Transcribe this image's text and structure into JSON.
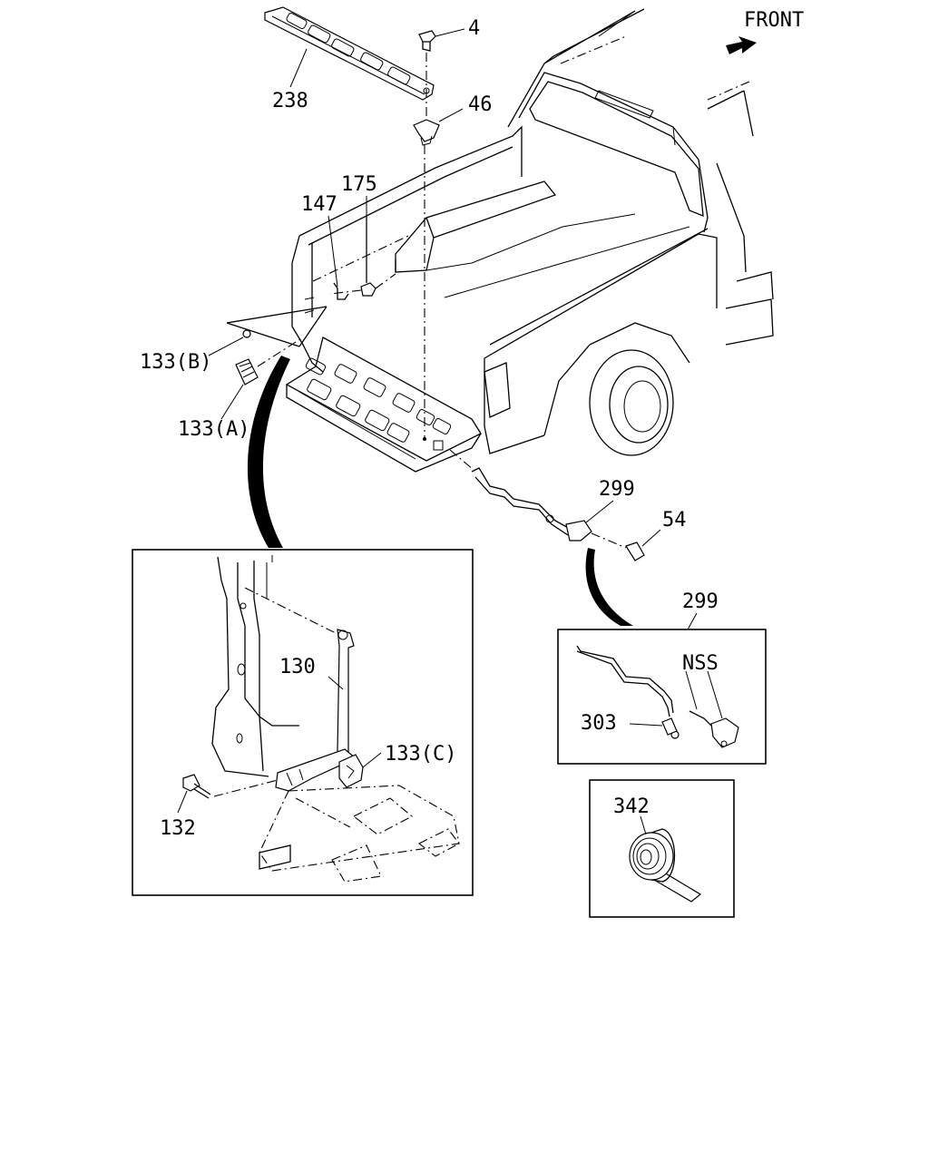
{
  "direction": {
    "label": "FRONT",
    "icon": "front-arrow-icon"
  },
  "callouts": {
    "c238": "238",
    "c4": "4",
    "c46": "46",
    "c175": "175",
    "c147": "147",
    "c133b": "133(B)",
    "c133a": "133(A)",
    "c299": "299",
    "c54": "54",
    "c130": "130",
    "c133c": "133(C)",
    "c132": "132"
  },
  "detail_299": {
    "title": "299",
    "nss": "NSS",
    "c303": "303"
  },
  "detail_342": {
    "title": "342"
  }
}
